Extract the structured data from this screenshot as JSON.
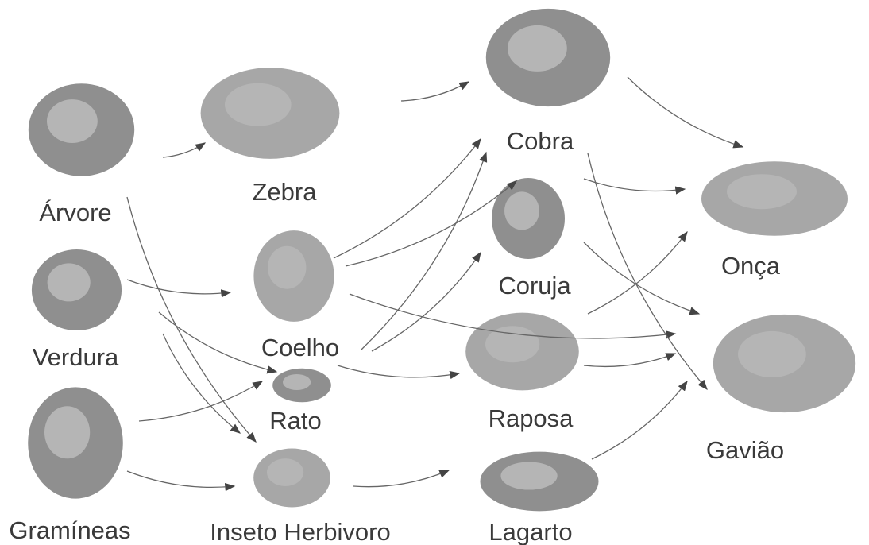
{
  "title": "Food web",
  "colors": {
    "text": "#3a3a3a",
    "arrow": "#666666",
    "figure": "#555555"
  },
  "nodes": [
    {
      "id": "arvore",
      "label": "Árvore",
      "icon": "tree-icon"
    },
    {
      "id": "zebra",
      "label": "Zebra",
      "icon": "zebra-icon"
    },
    {
      "id": "cobra",
      "label": "Cobra",
      "icon": "snake-icon"
    },
    {
      "id": "onca",
      "label": "Onça",
      "icon": "jaguar-icon"
    },
    {
      "id": "verdura",
      "label": "Verdura",
      "icon": "vegetable-icon"
    },
    {
      "id": "coelho",
      "label": "Coelho",
      "icon": "rabbit-icon"
    },
    {
      "id": "coruja",
      "label": "Coruja",
      "icon": "owl-icon"
    },
    {
      "id": "gaviao",
      "label": "Gavião",
      "icon": "hawk-icon"
    },
    {
      "id": "rato",
      "label": "Rato",
      "icon": "rat-icon"
    },
    {
      "id": "raposa",
      "label": "Raposa",
      "icon": "fox-icon"
    },
    {
      "id": "gramineas",
      "label": "Gramíneas",
      "icon": "grass-icon"
    },
    {
      "id": "inseto",
      "label": "Inseto Herbivoro",
      "icon": "insect-icon"
    },
    {
      "id": "lagarto",
      "label": "Lagarto",
      "icon": "lizard-icon"
    }
  ],
  "edges": [
    [
      "arvore",
      "zebra"
    ],
    [
      "zebra",
      "cobra"
    ],
    [
      "cobra",
      "onca"
    ],
    [
      "arvore",
      "inseto"
    ],
    [
      "verdura",
      "coelho"
    ],
    [
      "verdura",
      "rato"
    ],
    [
      "verdura",
      "inseto"
    ],
    [
      "gramineas",
      "rato"
    ],
    [
      "gramineas",
      "inseto"
    ],
    [
      "coelho",
      "cobra"
    ],
    [
      "coelho",
      "coruja"
    ],
    [
      "coelho",
      "cobra"
    ],
    [
      "coelho",
      "coruja"
    ],
    [
      "coelho",
      "gaviao"
    ],
    [
      "rato",
      "raposa"
    ],
    [
      "inseto",
      "lagarto"
    ],
    [
      "coruja",
      "onca"
    ],
    [
      "coruja",
      "gaviao"
    ],
    [
      "cobra",
      "gaviao"
    ],
    [
      "raposa",
      "onca"
    ],
    [
      "raposa",
      "gaviao"
    ],
    [
      "lagarto",
      "gaviao"
    ]
  ]
}
